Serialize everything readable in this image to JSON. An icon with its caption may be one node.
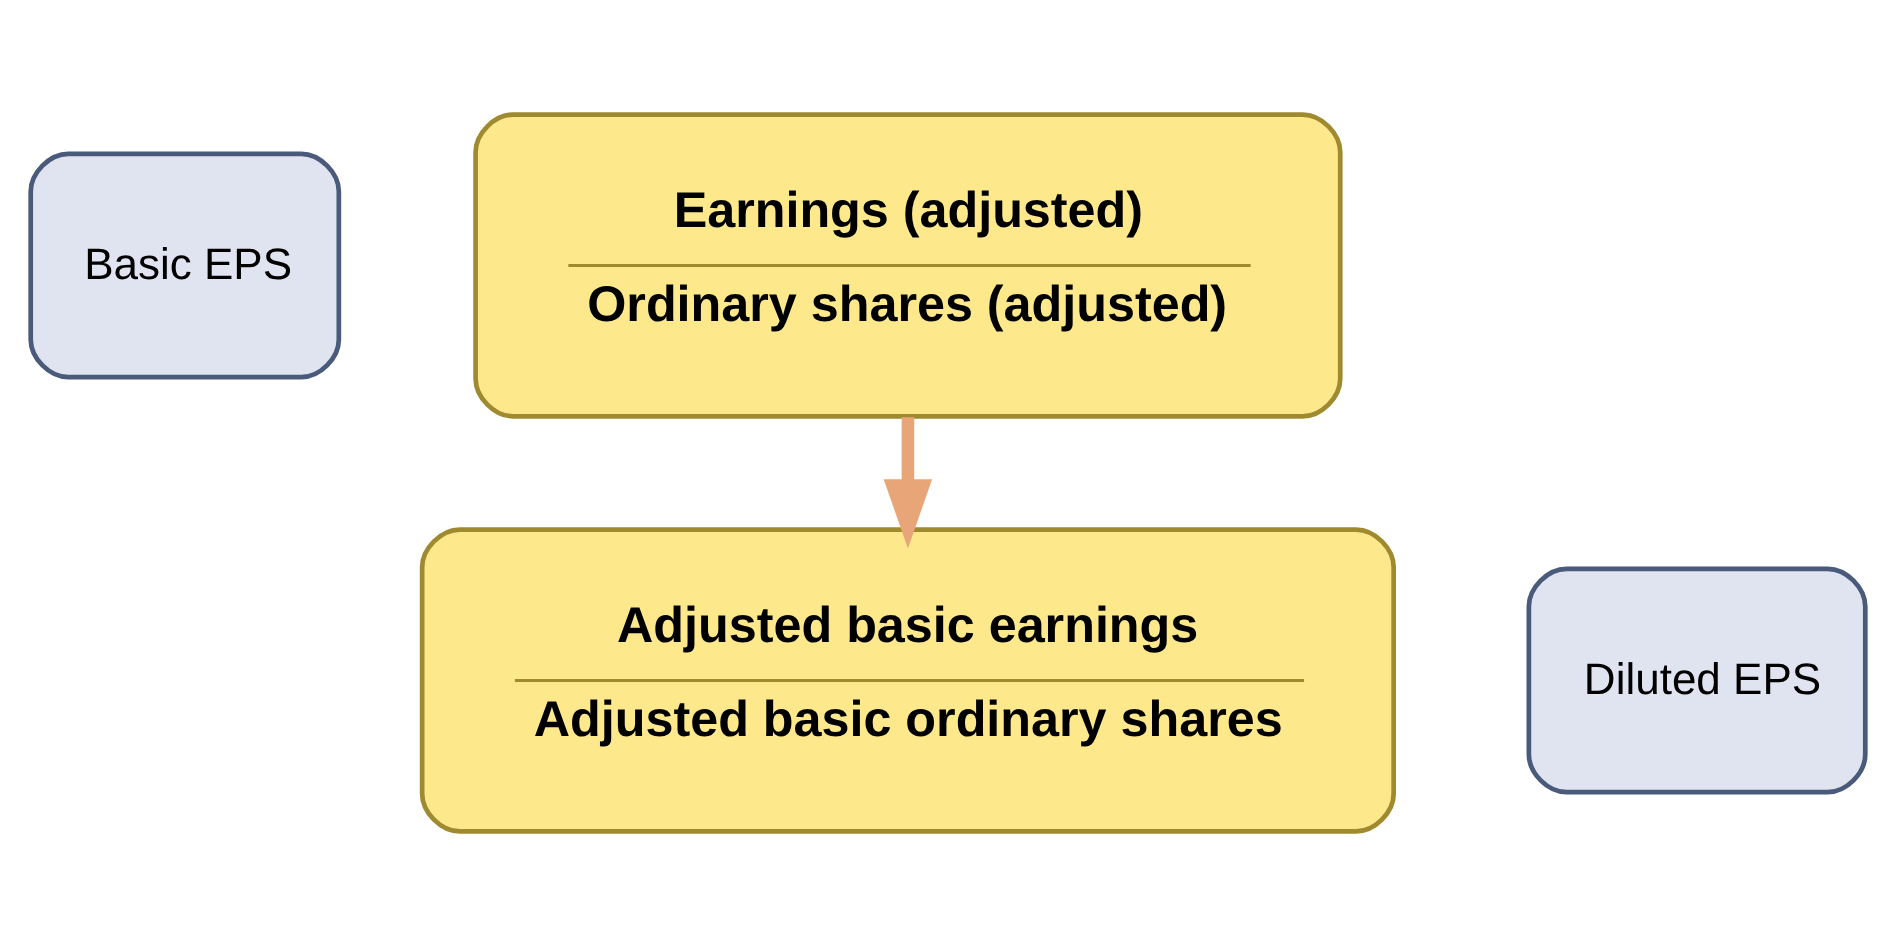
{
  "diagram": {
    "nodes": [
      {
        "text": [
          "Basic EPS"
        ]
      },
      {
        "text": [
          "Earnings (adjusted)",
          "Ordinary shares (adjusted)"
        ]
      },
      {
        "text": [
          "Adjusted basic earnings",
          "Adjusted basic ordinary shares"
        ]
      },
      {
        "text": [
          "Diluted EPS"
        ]
      }
    ],
    "edges": [
      {
        "from": 1,
        "to": 2,
        "arrow": "to"
      }
    ]
  }
}
